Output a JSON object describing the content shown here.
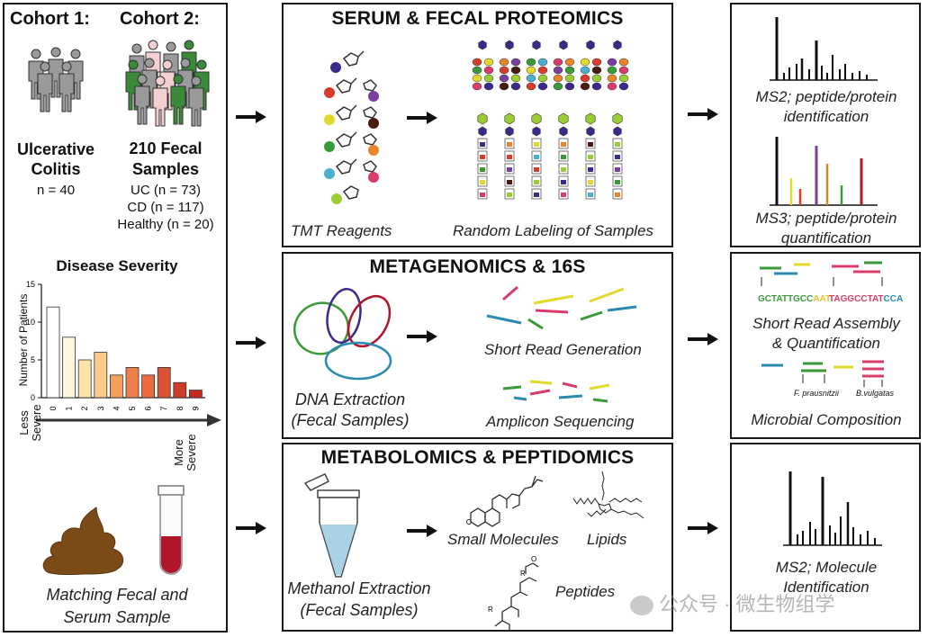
{
  "left": {
    "cohort1": {
      "title": "Cohort 1:",
      "label": "Ulcerative Colitis",
      "n": "n = 40"
    },
    "cohort2": {
      "title": "Cohort 2:",
      "label_line1": "210 Fecal",
      "label_line2": "Samples",
      "uc": "UC (n = 73)",
      "cd": "CD (n = 117)",
      "healthy": "Healthy (n = 20)"
    },
    "severity": {
      "title": "Disease Severity",
      "ylabel": "Number of Patients",
      "less": "Less Severe",
      "more": "More Severe"
    },
    "matching": {
      "line1": "Matching Fecal and",
      "line2": "Serum Sample"
    }
  },
  "chart_data": {
    "type": "bar",
    "title": "Disease Severity",
    "ylabel": "Number of Patients",
    "xlabel": "",
    "categories": [
      "0",
      "1",
      "2",
      "3",
      "4",
      "5",
      "6",
      "7",
      "8",
      "9"
    ],
    "values": [
      12,
      8,
      5,
      6,
      3,
      4,
      3,
      4,
      2,
      1
    ],
    "ylim": [
      0,
      15
    ],
    "yticks": [
      0,
      5,
      10,
      15
    ],
    "bar_colors": [
      "#ffffff",
      "#fef6dc",
      "#fde3a8",
      "#fbc98a",
      "#f59f5f",
      "#ef7f4a",
      "#e86a3e",
      "#dc5234",
      "#cf3d2a",
      "#c42a22"
    ],
    "grid": false
  },
  "proteomics": {
    "title": "SERUM & FECAL PROTEOMICS",
    "tmt": "TMT Reagents",
    "random": "Random Labeling of Samples"
  },
  "metagenomics": {
    "title": "METAGENOMICS & 16S",
    "dna_line1": "DNA Extraction",
    "dna_line2": "(Fecal Samples)",
    "short_read": "Short Read Generation",
    "amplicon": "Amplicon Sequencing"
  },
  "metabolomics": {
    "title": "METABOLOMICS & PEPTIDOMICS",
    "meth_line1": "Methanol  Extraction",
    "meth_line2": "(Fecal Samples)",
    "small": "Small Molecules",
    "lipids": "Lipids",
    "peptides": "Peptides"
  },
  "right": {
    "ms2_line1": "MS2; peptide/protein",
    "ms2_line2": "identification",
    "ms3_line1": "MS3; peptide/protein",
    "ms3_line2": "quantification",
    "assembly_line1": "Short Read Assembly",
    "assembly_line2": "& Quantification",
    "seq1_a": "GCTATTGCC",
    "seq1_b": "AAT",
    "seq2_a": "TAGGCCTAT",
    "seq2_b": "CCA",
    "f_prau": "F. prausnitzii",
    "b_vulg": "B.vulgatas",
    "microbial": "Microbial Composition",
    "ms2_mol_line1": "MS2; Molecule",
    "ms2_mol_line2": "Identification"
  },
  "watermark": "公众号 · 微生物组学",
  "colors": {
    "fecal_brown": "#7a4a17",
    "blood_red": "#b0152a",
    "green_person": "#3a8a3a",
    "pink_person": "#f4cfd2",
    "gray_person": "#9a9a9a"
  }
}
